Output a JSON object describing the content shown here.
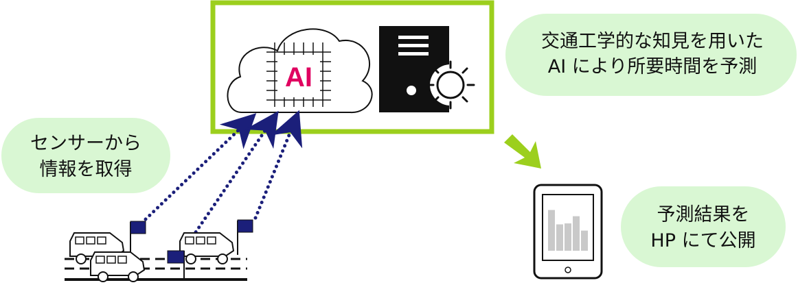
{
  "colors": {
    "frame": "#9ccf1d",
    "bubble": "#d9f7d3",
    "ai_text": "#e00060",
    "dots": "#1b1f7a",
    "server": "#111111",
    "arrow": "#9ccf1d",
    "bars": "#c9c9c9"
  },
  "icons": {
    "cloud": "cloud-icon",
    "chip": "ai-chip-icon",
    "server": "server-icon",
    "gear": "gear-icon",
    "tablet": "tablet-icon",
    "bar_chart": "bar-chart-icon",
    "vehicles": "van-icon",
    "sensor": "sensor-flag-icon",
    "flow_arrow": "down-right-arrow-icon"
  },
  "ai_label": "AI",
  "bubbles": {
    "sensor": [
      "センサーから",
      "情報を取得"
    ],
    "prediction": [
      "交通工学的な知見を用いた",
      "AI により所要時間を予測"
    ],
    "publish": [
      "予測結果を",
      "HP にて公開"
    ]
  },
  "bar_chart": {
    "values": [
      0.85,
      0.55,
      0.57,
      0.72,
      0.42
    ]
  }
}
